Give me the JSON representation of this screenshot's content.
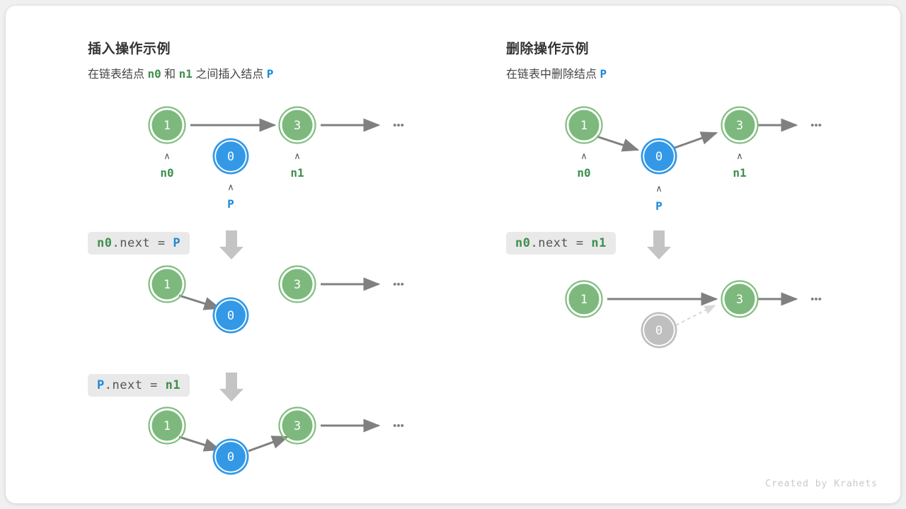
{
  "card": {
    "background": "#ffffff",
    "page_background": "#f0f0f0"
  },
  "colors": {
    "green_fill": "#7db87d",
    "green_ring": "#7fbf7f",
    "blue_fill": "#3399e6",
    "blue_ring": "#3399e6",
    "gray_fill": "#bfbfbf",
    "gray_ring": "#bfbfbf",
    "arrow": "#808080",
    "dashed_arrow": "#d8d8d8",
    "label_green": "#3f8f4f",
    "label_blue": "#1a8ad6",
    "code_box_bg": "#e9e9e9",
    "down_arrow": "#c4c4c4"
  },
  "panels": [
    {
      "id": "insert",
      "title": "插入操作示例",
      "subtitle_parts": [
        {
          "text": "在链表结点 ",
          "style": "plain"
        },
        {
          "text": "n0",
          "style": "green-mono"
        },
        {
          "text": " 和 ",
          "style": "plain"
        },
        {
          "text": "n1",
          "style": "green-mono"
        },
        {
          "text": " 之间插入结点 ",
          "style": "plain"
        },
        {
          "text": "P",
          "style": "blue-mono"
        }
      ],
      "steps": [
        {
          "code_parts": [
            {
              "text": "n0",
              "style": "green"
            },
            {
              "text": ".next = ",
              "style": "plain"
            },
            {
              "text": "P",
              "style": "blue"
            }
          ]
        },
        {
          "code_parts": [
            {
              "text": "P",
              "style": "blue"
            },
            {
              "text": ".next = ",
              "style": "plain"
            },
            {
              "text": "n1",
              "style": "green"
            }
          ]
        }
      ],
      "rows": [
        {
          "id": "insert-row-1",
          "nodes": [
            {
              "name": "node-n0",
              "value": "1",
              "color": "green",
              "label": "n0",
              "label_color": "green",
              "caret": "∧"
            },
            {
              "name": "node-p",
              "value": "0",
              "color": "blue",
              "label": "P",
              "label_color": "blue",
              "caret": "∧"
            },
            {
              "name": "node-n1",
              "value": "3",
              "color": "green",
              "label": "n1",
              "label_color": "green",
              "caret": "∧"
            }
          ],
          "ellipsis": "•••"
        },
        {
          "id": "insert-row-2",
          "nodes": [
            {
              "name": "node-n0",
              "value": "1",
              "color": "green"
            },
            {
              "name": "node-p",
              "value": "0",
              "color": "blue"
            },
            {
              "name": "node-n1",
              "value": "3",
              "color": "green"
            }
          ],
          "ellipsis": "•••"
        },
        {
          "id": "insert-row-3",
          "nodes": [
            {
              "name": "node-n0",
              "value": "1",
              "color": "green"
            },
            {
              "name": "node-p",
              "value": "0",
              "color": "blue"
            },
            {
              "name": "node-n1",
              "value": "3",
              "color": "green"
            }
          ],
          "ellipsis": "•••"
        }
      ]
    },
    {
      "id": "delete",
      "title": "删除操作示例",
      "subtitle_parts": [
        {
          "text": "在链表中删除结点 ",
          "style": "plain"
        },
        {
          "text": "P",
          "style": "blue-mono"
        }
      ],
      "steps": [
        {
          "code_parts": [
            {
              "text": "n0",
              "style": "green"
            },
            {
              "text": ".next = ",
              "style": "plain"
            },
            {
              "text": "n1",
              "style": "green"
            }
          ]
        }
      ],
      "rows": [
        {
          "id": "delete-row-1",
          "nodes": [
            {
              "name": "node-n0",
              "value": "1",
              "color": "green",
              "label": "n0",
              "label_color": "green",
              "caret": "∧"
            },
            {
              "name": "node-p",
              "value": "0",
              "color": "blue",
              "label": "P",
              "label_color": "blue",
              "caret": "∧"
            },
            {
              "name": "node-n1",
              "value": "3",
              "color": "green",
              "label": "n1",
              "label_color": "green",
              "caret": "∧"
            }
          ],
          "ellipsis": "•••"
        },
        {
          "id": "delete-row-2",
          "nodes": [
            {
              "name": "node-n0",
              "value": "1",
              "color": "green"
            },
            {
              "name": "node-deleted",
              "value": "0",
              "color": "gray"
            },
            {
              "name": "node-n1",
              "value": "3",
              "color": "green"
            }
          ],
          "ellipsis": "•••"
        }
      ]
    }
  ],
  "footer": {
    "credit": "Created by Krahets"
  }
}
